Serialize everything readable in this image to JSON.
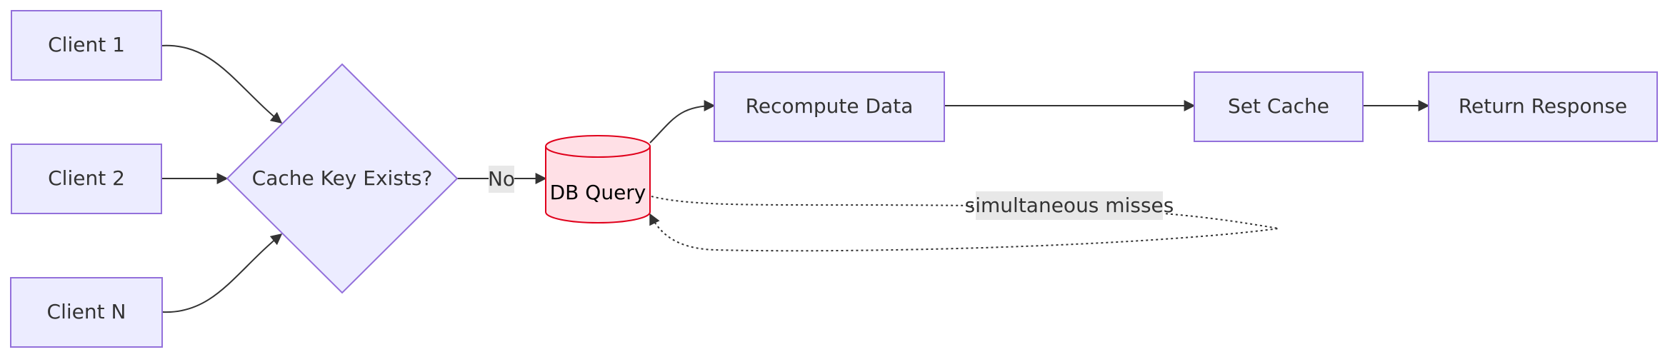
{
  "nodes": {
    "client1": "Client 1",
    "client2": "Client 2",
    "clientN": "Client N",
    "decision": "Cache Key Exists?",
    "db": "DB Query",
    "recompute": "Recompute Data",
    "set_cache": "Set Cache",
    "return_response": "Return Response"
  },
  "edges": {
    "no_label": "No",
    "loop_label": "simultaneous misses"
  },
  "colors": {
    "node_fill": "#ECECFF",
    "node_stroke": "#9370DB",
    "db_fill": "#FFE0E6",
    "db_stroke": "#E0001B",
    "edge": "#333333",
    "label_bg": "#E8E8E8"
  }
}
